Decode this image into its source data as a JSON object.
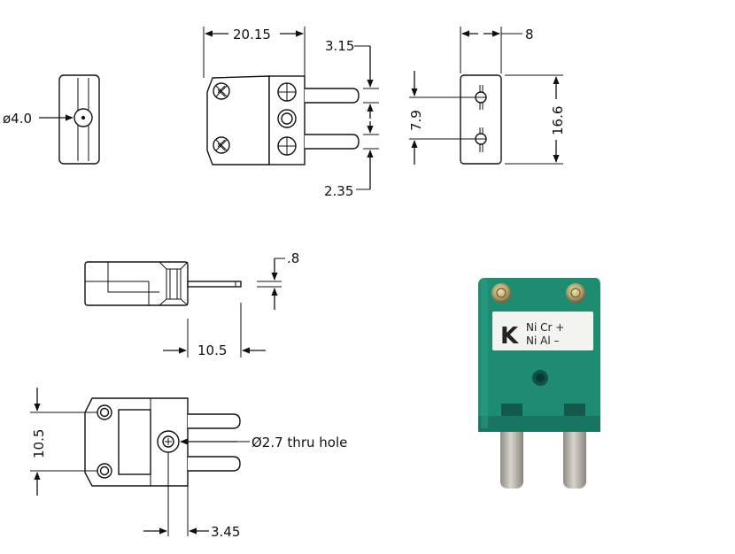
{
  "dimensions": {
    "end_diameter": "ø4.0",
    "overall_length": "20.15",
    "pin_width": "3.15",
    "pin_gap": "2.35",
    "face_width": "8",
    "pin_spacing": "7.9",
    "face_height": "16.6",
    "pin_thickness": ".8",
    "pin_length": "10.5",
    "mount_pitch": "10.5",
    "hole_callout": "Ø2.7 thru hole",
    "hole_offset": "3.45"
  },
  "photo": {
    "type_letter": "K",
    "label_line1": "Ni Cr  +",
    "label_line2": "Ni Al  –",
    "body_color": "#1f8c72",
    "pin_color": "#b9b4aa"
  }
}
